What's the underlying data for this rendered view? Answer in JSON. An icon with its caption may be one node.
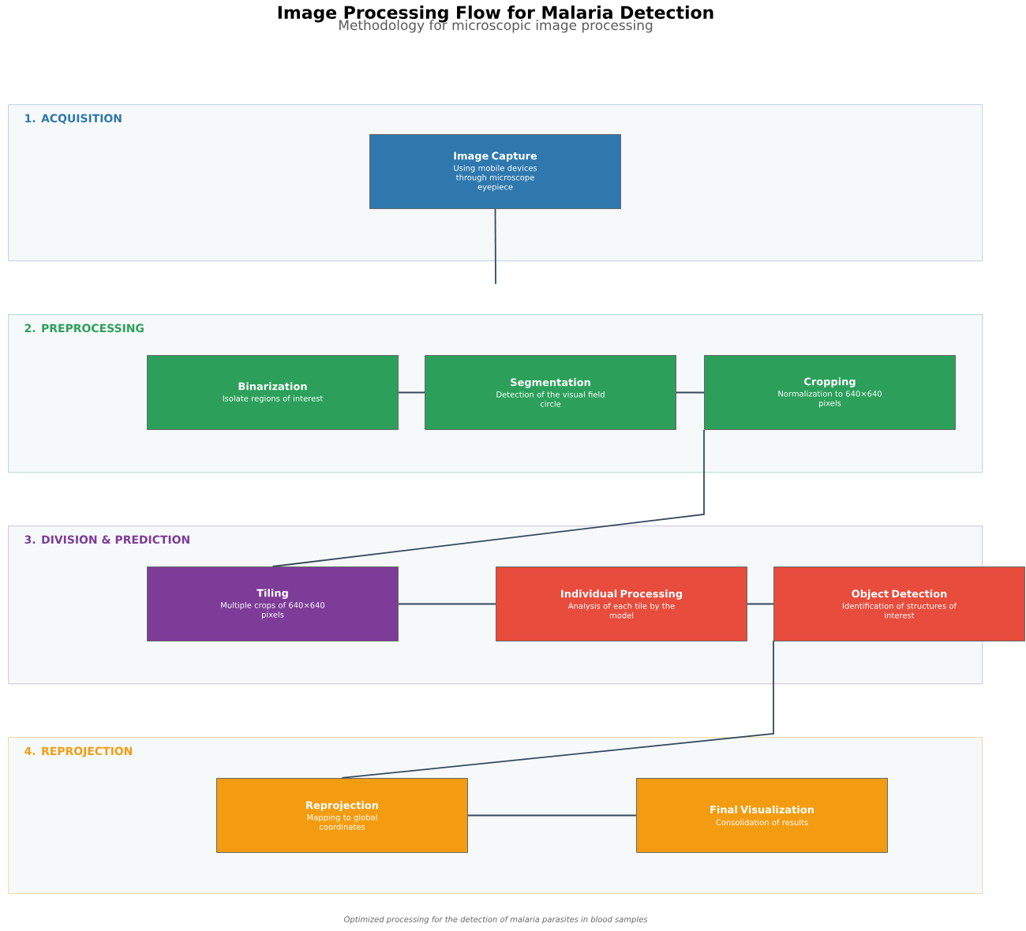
{
  "diagram": {
    "title": "Image Processing Flow for Malaria Detection",
    "caption": "Optimized processing for the detection of malaria parasites in blood samples",
    "nodes": [
      {
        "text": [
          "1. ACQUISITION"
        ]
      },
      {
        "text": [
          "Image Capture",
          "Using mobile devices through microscope eyepiece"
        ],
        "in": 0
      },
      {
        "text": [
          "2. PREPROCESSING"
        ]
      },
      {
        "text": [
          "Binarization",
          "Isolate regions of interest"
        ],
        "in": 2
      },
      {
        "text": [
          "Segmentation",
          "Detection of the visual field circle"
        ],
        "in": 2
      },
      {
        "text": [
          "Cropping",
          "Normalization to 640×640 pixels"
        ],
        "in": 2
      },
      {
        "text": [
          "3. DIVISION & PREDICTION"
        ]
      },
      {
        "text": [
          "Tiling",
          "Multiple crops of 640×640 pixels"
        ],
        "in": 6
      },
      {
        "text": [
          "Individual Processing",
          "Analysis of each tile by the model"
        ],
        "in": 6
      },
      {
        "text": [
          "Object Detection",
          "Identification of structures of interest"
        ]
      },
      {
        "text": [
          "4. REPROJECTION"
        ]
      },
      {
        "text": [
          "Reprojection",
          "Mapping to global coordinates"
        ],
        "in": 10
      },
      {
        "text": [
          "Final Visualization",
          "Consolidation of results"
        ],
        "in": 10
      }
    ],
    "edges": [
      {
        "from": 1,
        "to": null,
        "arrow": "none"
      },
      {
        "from": 3,
        "to": 4,
        "arrow": "none"
      },
      {
        "from": 4,
        "to": 5,
        "arrow": "none"
      },
      {
        "from": 5,
        "to": 7,
        "arrow": "none"
      },
      {
        "from": 7,
        "to": 8,
        "arrow": "none"
      },
      {
        "from": 8,
        "to": 9,
        "arrow": "none"
      },
      {
        "from": 9,
        "to": 11,
        "arrow": "none"
      },
      {
        "from": 11,
        "to": 12,
        "arrow": "none"
      }
    ],
    "labels": [
      "Methodology for microscopic image processing"
    ]
  }
}
